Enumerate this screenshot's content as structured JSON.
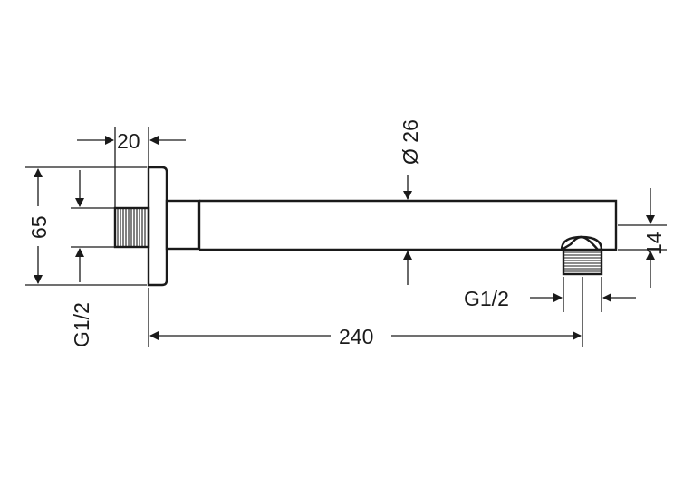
{
  "dimensions": {
    "flange_thickness": "20",
    "flange_height": "65",
    "inlet_thread": "G1/2",
    "pipe_diameter": "Ø 26",
    "arm_length": "240",
    "outlet_thread": "G1/2",
    "outlet_offset": "14"
  }
}
